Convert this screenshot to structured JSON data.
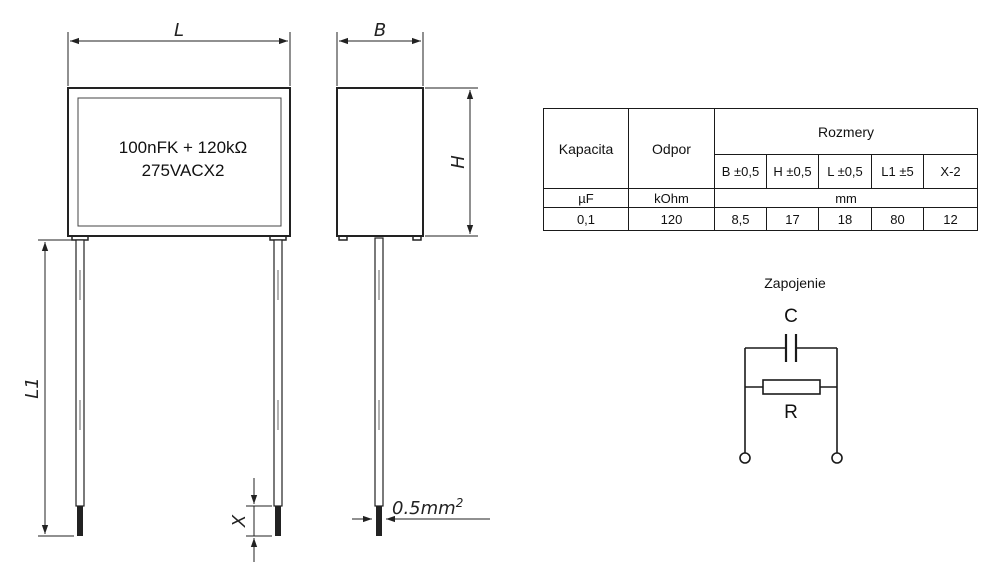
{
  "capacitor": {
    "marking_line1": "100nFK + 120kΩ",
    "marking_line2": "275VACX2"
  },
  "dimensions": {
    "length": "L",
    "width": "B",
    "height": "H",
    "lead_length": "L1",
    "lead_strip": "X",
    "wire": "0.5mm",
    "wire_exp": "2"
  },
  "table": {
    "headers": {
      "capacity": "Kapacita",
      "resistance": "Odpor",
      "dimensions": "Rozmery"
    },
    "dim_columns": [
      "B ±0,5",
      "H ±0,5",
      "L ±0,5",
      "L1 ±5",
      "X-2"
    ],
    "units": {
      "capacity": "µF",
      "resistance": "kOhm",
      "dimensions": "mm"
    },
    "row": {
      "capacity": "0,1",
      "resistance": "120",
      "values": [
        "8,5",
        "17",
        "18",
        "80",
        "12"
      ]
    }
  },
  "circuit": {
    "caption": "Zapojenie",
    "capacitor_label": "C",
    "resistor_label": "R"
  }
}
